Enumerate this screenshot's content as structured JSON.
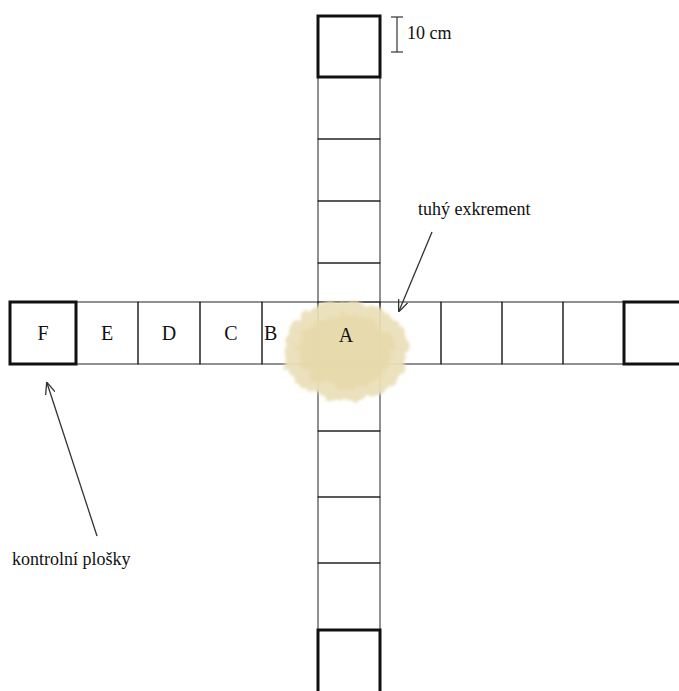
{
  "diagram": {
    "nodes": [
      {
        "text": [
          "F"
        ]
      },
      {
        "text": [
          "E"
        ]
      },
      {
        "text": [
          "D"
        ]
      },
      {
        "text": [
          "C"
        ]
      },
      {
        "text": [
          "B"
        ]
      },
      {
        "text": [
          "A"
        ]
      }
    ],
    "labels": [
      "10 cm",
      "tuhý exkrement",
      "kontrolní plošky"
    ]
  }
}
